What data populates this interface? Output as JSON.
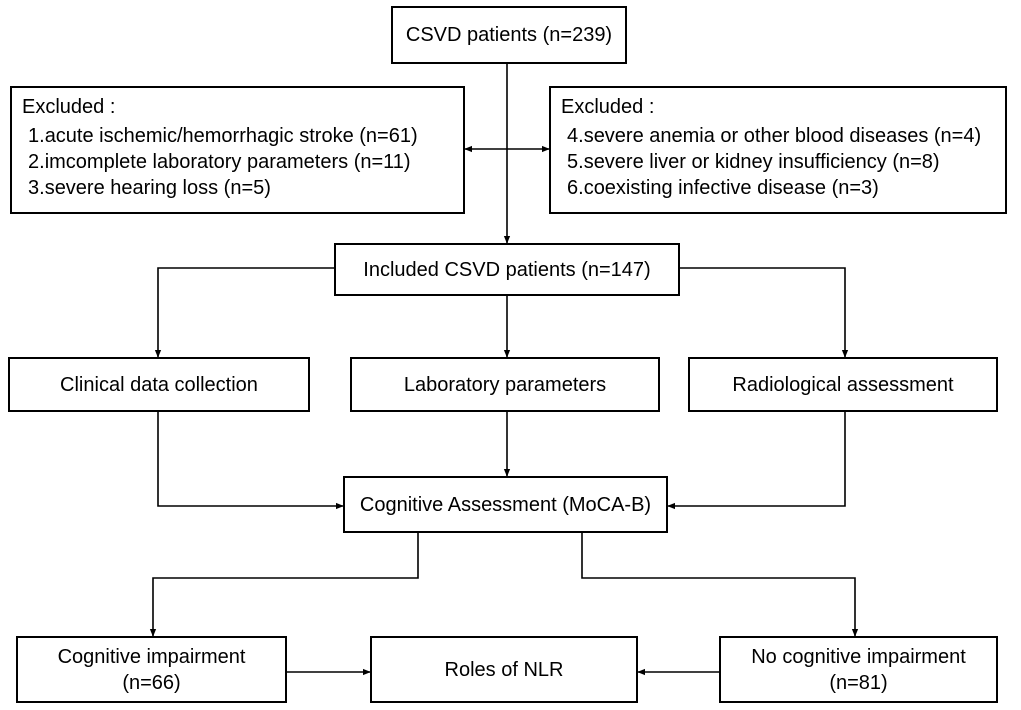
{
  "nodes": {
    "csvd": "CSVD patients (n=239)",
    "excluded_left": {
      "heading": "Excluded :",
      "items": [
        {
          "num": "1.",
          "text": "acute ischemic/hemorrhagic stroke (n=61)"
        },
        {
          "num": "2.",
          "text": "imcomplete laboratory parameters (n=11)"
        },
        {
          "num": "3.",
          "text": "severe hearing loss (n=5)"
        }
      ]
    },
    "excluded_right": {
      "heading": "Excluded :",
      "items": [
        {
          "num": "4.",
          "text": "severe anemia or other blood diseases (n=4)"
        },
        {
          "num": "5.",
          "text": "severe liver or kidney insufficiency (n=8)"
        },
        {
          "num": "6.",
          "text": "coexisting infective disease (n=3)"
        }
      ]
    },
    "included": "Included CSVD patients (n=147)",
    "clinical": "Clinical data collection",
    "laboratory": "Laboratory parameters",
    "radiological": "Radiological assessment",
    "cognitive": "Cognitive Assessment (MoCA-B)",
    "impairment": {
      "line1": "Cognitive impairment",
      "line2": "(n=66)"
    },
    "nlr": "Roles of NLR",
    "no_impairment": {
      "line1": "No cognitive impairment",
      "line2": "(n=81)"
    }
  },
  "colors": {
    "line": "#000000",
    "box_border": "#000000",
    "background": "#ffffff"
  }
}
